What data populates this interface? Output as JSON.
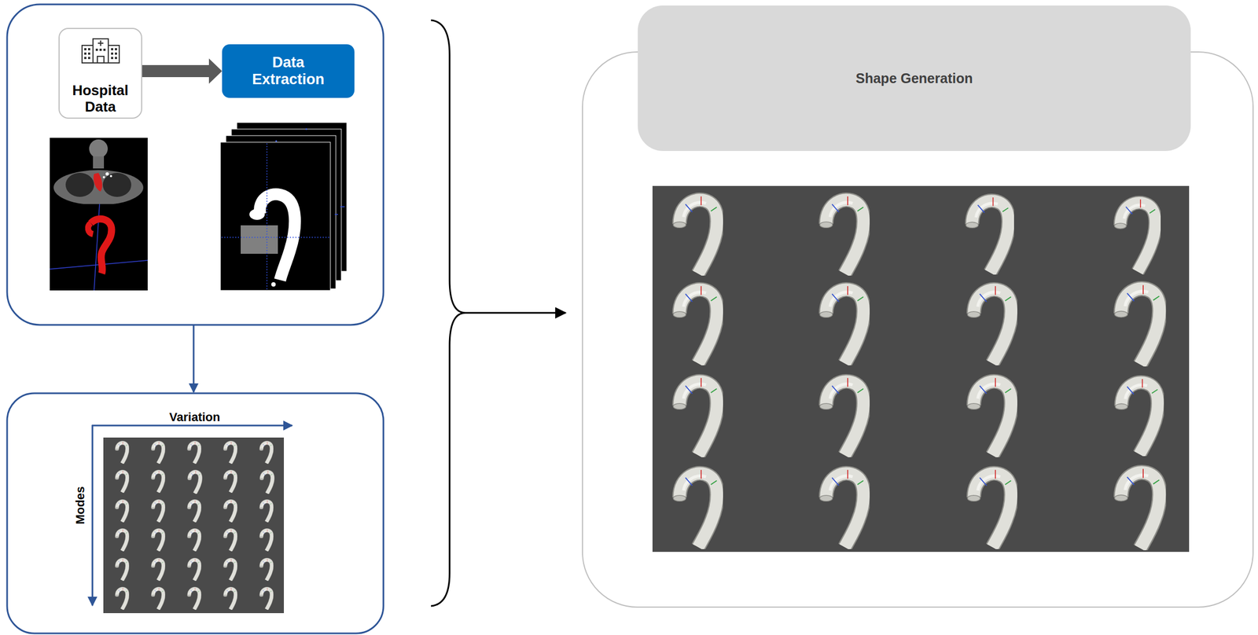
{
  "diagram": {
    "nodes": [
      {
        "text": [
          "Hospital Data"
        ]
      },
      {
        "text": [
          "Data Extraction"
        ]
      },
      {
        "text": [
          "Shape Generation"
        ]
      }
    ],
    "edges": [
      {
        "from": 0,
        "to": 1,
        "arrow": "to"
      }
    ],
    "labels": [
      "Variation",
      "Modes"
    ]
  }
}
